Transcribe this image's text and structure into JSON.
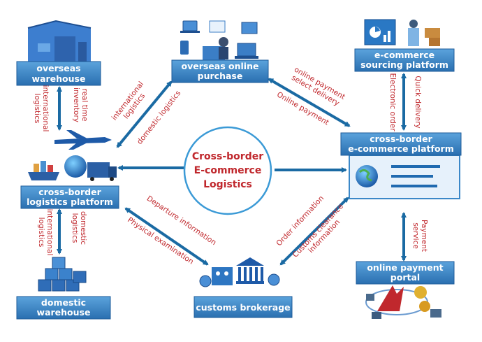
{
  "center": {
    "line1": "Cross-border",
    "line2": "E-commerce",
    "line3": "Logistics"
  },
  "nodes": {
    "overseas_warehouse": {
      "line1": "overseas",
      "line2": "warehouse"
    },
    "overseas_online_purchase": {
      "line1": "overseas online",
      "line2": "purchase"
    },
    "ecommerce_sourcing_platform": {
      "line1": "e-commerce",
      "line2": "sourcing platform"
    },
    "crossborder_ecommerce_platform": {
      "line1": "cross-border",
      "line2": "e-commerce platform"
    },
    "crossborder_logistics_platform": {
      "line1": "cross-border",
      "line2": "logistics platform"
    },
    "domestic_warehouse": {
      "line1": "domestic",
      "line2": "warehouse"
    },
    "customs_brokerage": {
      "line1": "customs brokerage"
    },
    "online_payment_portal": {
      "line1": "online payment",
      "line2": "portal"
    }
  },
  "edge_labels": {
    "international_logistics_top": {
      "line1": "international",
      "line2": "logistics"
    },
    "real_time_inventory": {
      "line1": "real time",
      "line2": "inventory"
    },
    "international_logistics_diag": {
      "line1": "international",
      "line2": "logistics"
    },
    "domestic_logistics_diag": "domestic logistics",
    "online_payment_select_delivery": {
      "line1": "online payment",
      "line2": "select delivery"
    },
    "online_payment": "Online payment",
    "electronic_order": "Electronic order",
    "quick_delivery": "Quick delivery",
    "international_logistics_bottom": {
      "line1": "international",
      "line2": "logistics"
    },
    "domestic_logistics_bottom": {
      "line1": "domestic",
      "line2": "logistics"
    },
    "departure_information": "Departure information",
    "physical_examination": "Physical examination",
    "order_information": "Order information",
    "customs_clearance_information": {
      "line1": "Customs clearance",
      "line2": "information"
    },
    "payment_service": {
      "line1": "Payment",
      "line2": "service"
    }
  },
  "colors": {
    "arrow": "#1a6aa3",
    "node_fill": "#3a86c4",
    "label_text": "#c0282d",
    "center_ring": "#3b9ad6"
  }
}
